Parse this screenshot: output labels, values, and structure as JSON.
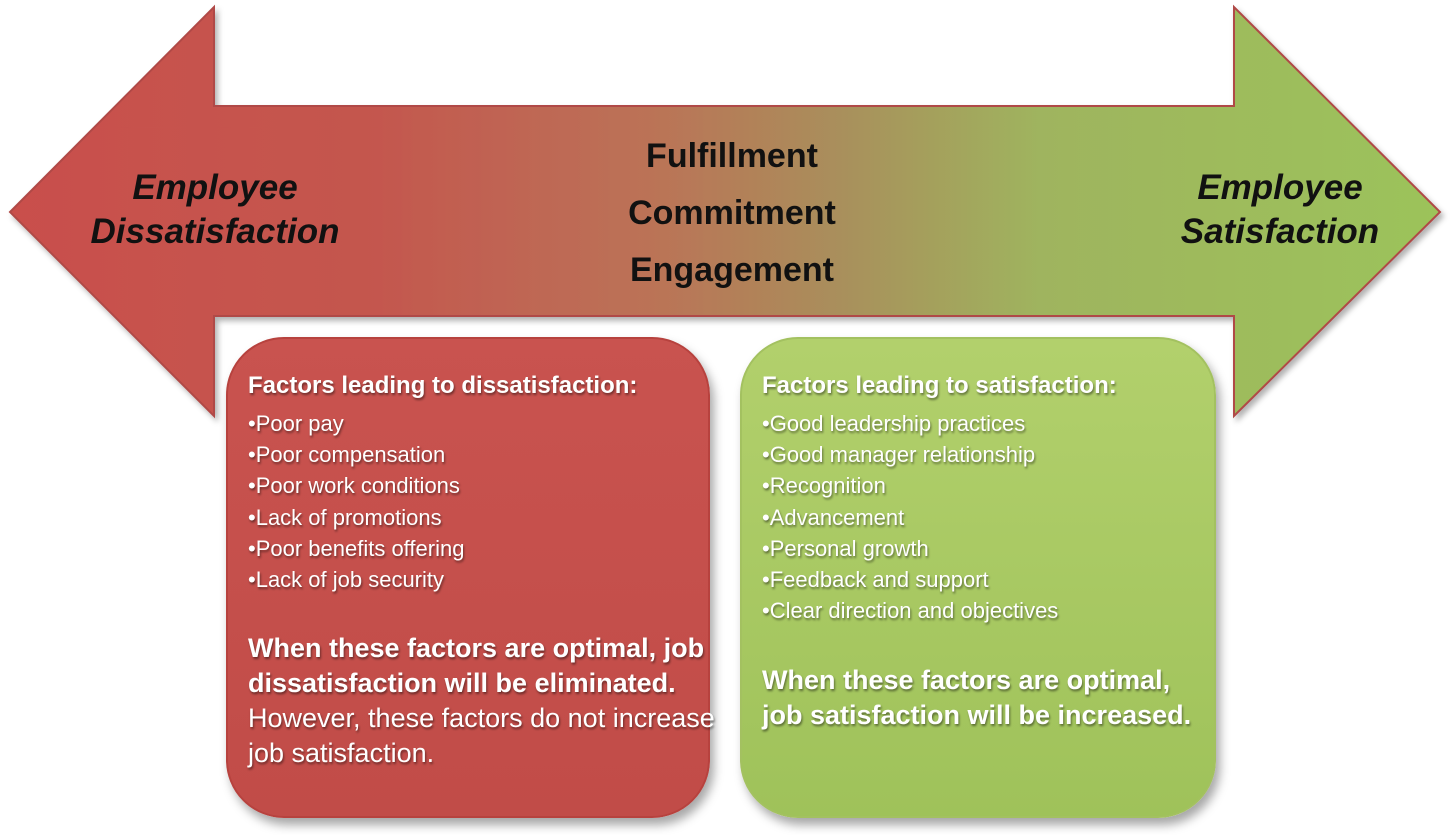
{
  "diagram": {
    "left_end": {
      "line1": "Employee",
      "line2": "Dissatisfaction",
      "color": "#c94f4c"
    },
    "right_end": {
      "line1": "Employee",
      "line2": "Satisfaction",
      "color": "#9fc25a"
    },
    "center_terms": [
      "Fulfillment",
      "Commitment",
      "Engagement"
    ],
    "dissatisfaction_box": {
      "heading": "Factors leading to dissatisfaction:",
      "items": [
        "•Poor pay",
        "•Poor compensation",
        "•Poor work conditions",
        "•Lack of promotions",
        "•Poor benefits offering",
        "•Lack of job security"
      ],
      "note_bold": "When these factors are optimal, job dissatisfaction will be eliminated.",
      "note_regular": " However, these factors do not increase job satisfaction.",
      "color": "#c4504c"
    },
    "satisfaction_box": {
      "heading": "Factors leading to satisfaction:",
      "items": [
        "•Good leadership practices",
        "•Good manager relationship",
        "•Recognition",
        "•Advancement",
        "•Personal growth",
        "•Feedback and support",
        "•Clear direction and objectives"
      ],
      "note_bold": "When these factors are optimal, job satisfaction will be increased.",
      "color": "#a8c963"
    }
  }
}
